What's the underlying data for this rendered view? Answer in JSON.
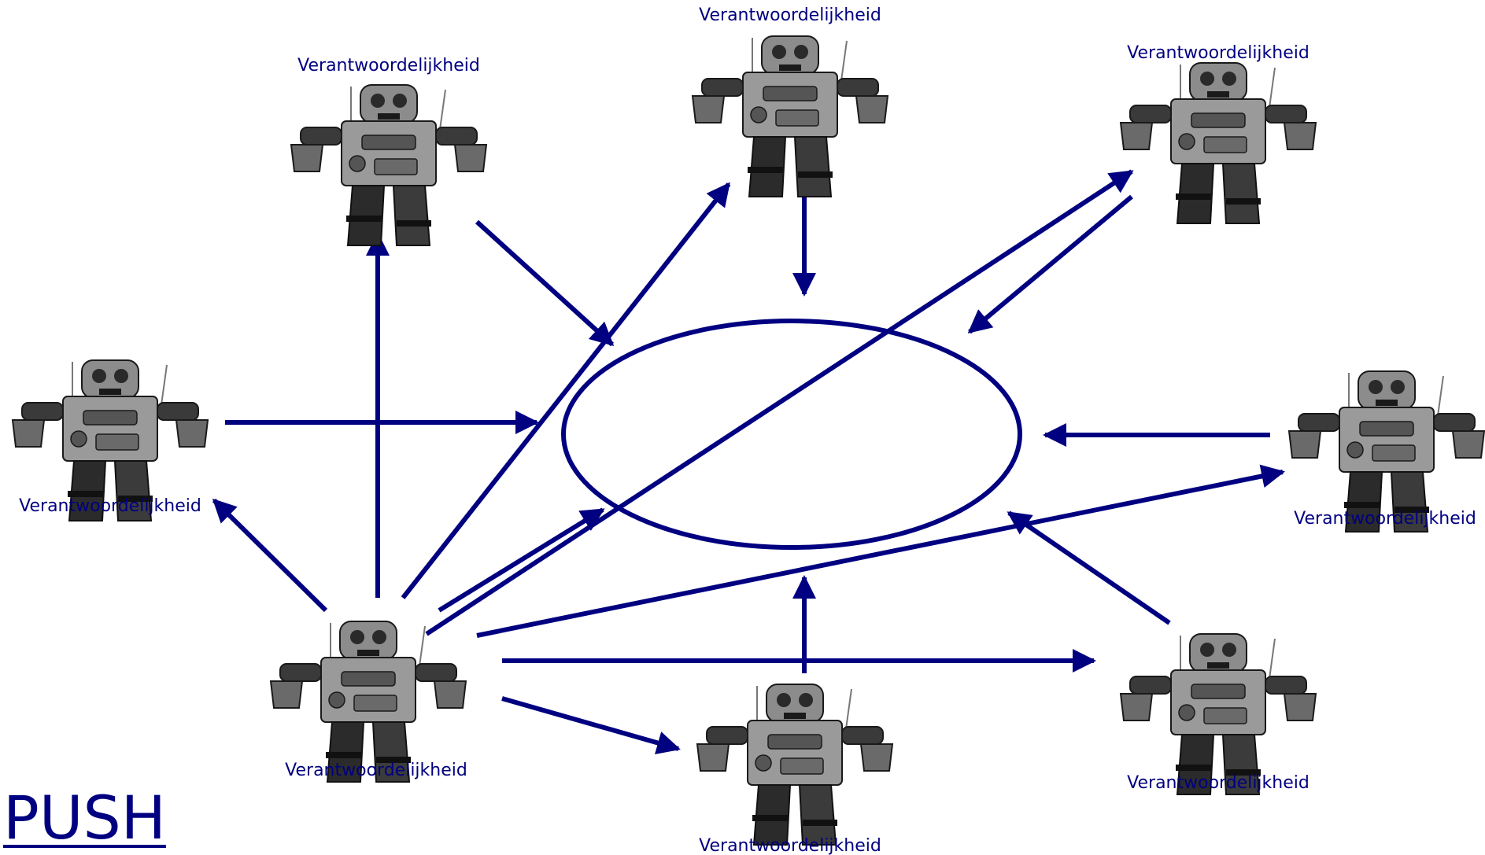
{
  "colors": {
    "primary": "#000080",
    "robot_dark": "#1a1a1a",
    "robot_mid": "#555555",
    "robot_light": "#9a9a9a"
  },
  "diagram": {
    "robots": [
      {
        "id": "robot-top-left",
        "label": "Verantwoordelijkheid",
        "label_position": "above"
      },
      {
        "id": "robot-top-center",
        "label": "Verantwoordelijkheid",
        "label_position": "above"
      },
      {
        "id": "robot-top-right",
        "label": "Verantwoordelijkheid",
        "label_position": "above"
      },
      {
        "id": "robot-left",
        "label": "Verantwoordelijkheid",
        "label_position": "below"
      },
      {
        "id": "robot-right",
        "label": "Verantwoordelijkheid",
        "label_position": "below"
      },
      {
        "id": "robot-bottom-left",
        "label": "Verantwoordelijkheid",
        "label_position": "below"
      },
      {
        "id": "robot-bottom-center",
        "label": "Verantwoordelijkheid",
        "label_position": "below"
      },
      {
        "id": "robot-bottom-right",
        "label": "Verantwoordelijkheid",
        "label_position": "below"
      }
    ],
    "center_shape": "ellipse",
    "arrows": [
      {
        "from": "robot-top-left",
        "to": "ellipse"
      },
      {
        "from": "robot-top-center",
        "to": "ellipse"
      },
      {
        "from": "robot-top-right",
        "to": "ellipse"
      },
      {
        "from": "robot-left",
        "to": "ellipse"
      },
      {
        "from": "robot-right",
        "to": "ellipse"
      },
      {
        "from": "robot-bottom-center",
        "to": "ellipse"
      },
      {
        "from": "robot-bottom-right",
        "to": "ellipse"
      },
      {
        "from": "robot-bottom-left",
        "to": "ellipse"
      },
      {
        "from": "robot-bottom-left",
        "to": "robot-left"
      },
      {
        "from": "robot-bottom-left",
        "to": "robot-top-left"
      },
      {
        "from": "robot-bottom-left",
        "to": "robot-top-center"
      },
      {
        "from": "robot-bottom-left",
        "to": "robot-top-right"
      },
      {
        "from": "robot-bottom-left",
        "to": "robot-right"
      },
      {
        "from": "robot-bottom-left",
        "to": "robot-bottom-right"
      },
      {
        "from": "robot-bottom-left",
        "to": "robot-bottom-center"
      }
    ],
    "caption": "PUSH"
  }
}
